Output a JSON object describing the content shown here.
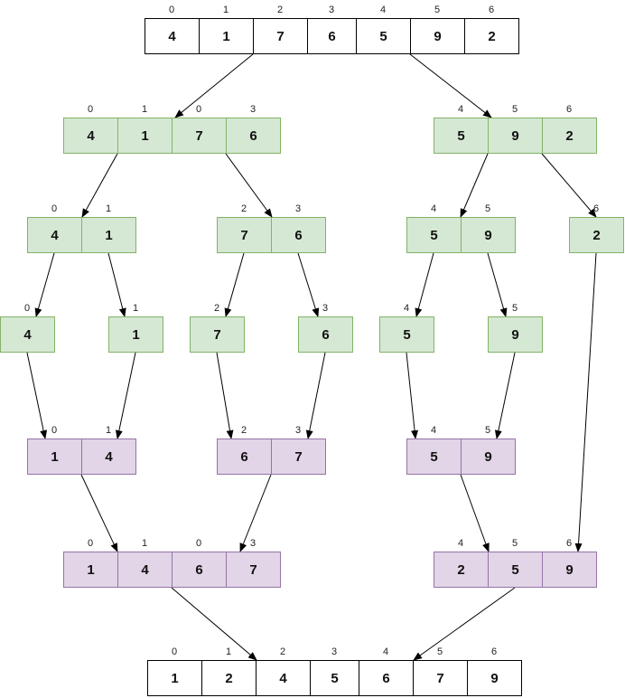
{
  "colors": {
    "plain_fill": "#ffffff",
    "plain_stroke": "#000000",
    "split_fill": "#d5e8d4",
    "split_stroke": "#82b366",
    "merge_fill": "#e1d5e7",
    "merge_stroke": "#9673a6",
    "arrow": "#000000"
  },
  "arrays": [
    {
      "id": "input",
      "style": "plain",
      "values": [
        "4",
        "1",
        "7",
        "6",
        "5",
        "9",
        "2"
      ],
      "indices": [
        "0",
        "1",
        "2",
        "3",
        "4",
        "5",
        "6"
      ]
    },
    {
      "id": "split-l1-left",
      "style": "split",
      "values": [
        "4",
        "1",
        "7",
        "6"
      ],
      "indices": [
        "0",
        "1",
        "0",
        "3"
      ]
    },
    {
      "id": "split-l1-right",
      "style": "split",
      "values": [
        "5",
        "9",
        "2"
      ],
      "indices": [
        "4",
        "5",
        "6"
      ]
    },
    {
      "id": "split-l2-a",
      "style": "split",
      "values": [
        "4",
        "1"
      ],
      "indices": [
        "0",
        "1"
      ]
    },
    {
      "id": "split-l2-b",
      "style": "split",
      "values": [
        "7",
        "6"
      ],
      "indices": [
        "2",
        "3"
      ]
    },
    {
      "id": "split-l2-c",
      "style": "split",
      "values": [
        "5",
        "9"
      ],
      "indices": [
        "4",
        "5"
      ]
    },
    {
      "id": "split-l2-d",
      "style": "split",
      "values": [
        "2"
      ],
      "indices": [
        "6"
      ]
    },
    {
      "id": "split-l3-a",
      "style": "split",
      "values": [
        "4"
      ],
      "indices": [
        "0"
      ]
    },
    {
      "id": "split-l3-b",
      "style": "split",
      "values": [
        "1"
      ],
      "indices": [
        "1"
      ]
    },
    {
      "id": "split-l3-c",
      "style": "split",
      "values": [
        "7"
      ],
      "indices": [
        "2"
      ]
    },
    {
      "id": "split-l3-d",
      "style": "split",
      "values": [
        "6"
      ],
      "indices": [
        "3"
      ]
    },
    {
      "id": "split-l3-e",
      "style": "split",
      "values": [
        "5"
      ],
      "indices": [
        "4"
      ]
    },
    {
      "id": "split-l3-f",
      "style": "split",
      "values": [
        "9"
      ],
      "indices": [
        "5"
      ]
    },
    {
      "id": "merge-l1-a",
      "style": "merge",
      "values": [
        "1",
        "4"
      ],
      "indices": [
        "0",
        "1"
      ]
    },
    {
      "id": "merge-l1-b",
      "style": "merge",
      "values": [
        "6",
        "7"
      ],
      "indices": [
        "2",
        "3"
      ]
    },
    {
      "id": "merge-l1-c",
      "style": "merge",
      "values": [
        "5",
        "9"
      ],
      "indices": [
        "4",
        "5"
      ]
    },
    {
      "id": "merge-l2-left",
      "style": "merge",
      "values": [
        "1",
        "4",
        "6",
        "7"
      ],
      "indices": [
        "0",
        "1",
        "0",
        "3"
      ]
    },
    {
      "id": "merge-l2-right",
      "style": "merge",
      "values": [
        "2",
        "5",
        "9"
      ],
      "indices": [
        "4",
        "5",
        "6"
      ]
    },
    {
      "id": "output",
      "style": "plain",
      "values": [
        "1",
        "2",
        "4",
        "5",
        "6",
        "7",
        "9"
      ],
      "indices": [
        "0",
        "1",
        "2",
        "3",
        "4",
        "5",
        "6"
      ]
    }
  ]
}
